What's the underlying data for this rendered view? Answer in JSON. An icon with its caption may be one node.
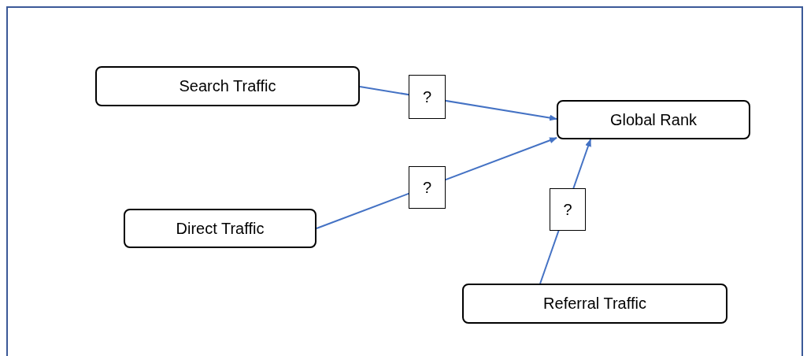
{
  "diagram": {
    "nodes": [
      {
        "text": [
          "Search Traffic"
        ]
      },
      {
        "text": [
          "Global Rank"
        ]
      },
      {
        "text": [
          "Direct Traffic"
        ]
      },
      {
        "text": [
          "Referral Traffic"
        ]
      }
    ],
    "edges": [
      {
        "from": 0,
        "to": 1,
        "arrow": "to",
        "label": "?"
      },
      {
        "from": 2,
        "to": 1,
        "arrow": "to",
        "label": "?"
      },
      {
        "from": 3,
        "to": 1,
        "arrow": "to",
        "label": "?"
      }
    ]
  }
}
